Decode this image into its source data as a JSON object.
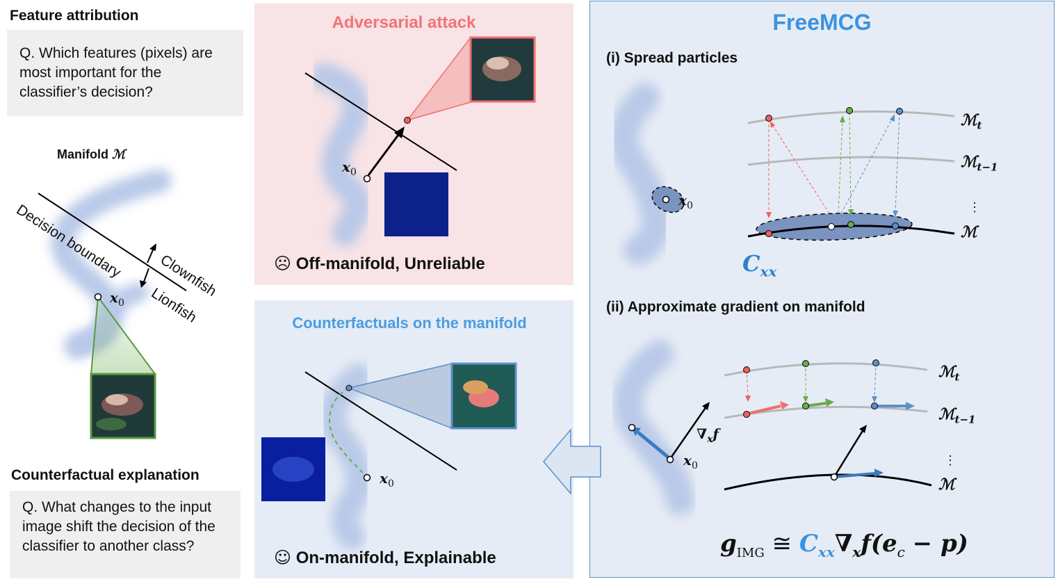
{
  "left": {
    "feature_title": "Feature attribution",
    "feature_question": "Q. Which features (pixels) are most important for the classifier’s decision?",
    "manifold_label": "Manifold",
    "manifold_symbol": "ℳ",
    "decision_boundary": "Decision boundary",
    "class_up": "Clownfish",
    "class_down": "Lionfish",
    "point_label": "x",
    "point_sub": "0",
    "counterfactual_title": "Counterfactual explanation",
    "counterfactual_question": "Q. What changes to the input image shift the decision of the classifier to another class?"
  },
  "adversarial": {
    "title": "Adversarial attack",
    "point_label": "x",
    "point_sub": "0",
    "status_icon": "☹",
    "status": "Off-manifold,  Unreliable"
  },
  "counterfactuals": {
    "title": "Counterfactuals on the manifold",
    "point_label": "x",
    "point_sub": "0",
    "status_icon": "☺",
    "status": "On-manifold, Explainable"
  },
  "freemcg": {
    "title": "FreeMCG",
    "step1": "(i) Spread particles",
    "step2": "(ii) Approximate gradient on manifold",
    "manifold_symbol": "ℳ",
    "mt_sub": "t",
    "mt1_sub": "t−1",
    "point_label": "x",
    "point_sub": "0",
    "cov_label": "C",
    "cov_sub": "xx",
    "grad_label": "∇",
    "grad_sub": "x",
    "grad_f": "f",
    "ellipsis": "⋮",
    "eq_g": "g",
    "eq_g_sub": "IMG",
    "eq_approx": "≅",
    "eq_c": "C",
    "eq_c_sub": "xx",
    "eq_nabla": "∇",
    "eq_nabla_sub": "x",
    "eq_rest": "f(e",
    "eq_ec_sub": "c",
    "eq_tail": "− p)"
  },
  "colors": {
    "adversarial_bg": "#f8e3e6",
    "adversarial_title": "#f07575",
    "counter_bg": "#e5ecf5",
    "counter_title": "#4a9de0",
    "freemcg_bg": "#e6ecf5",
    "freemcg_border": "#5b8fc9",
    "freemcg_title": "#3a93e0",
    "manifold_blue": "#b9c9e8",
    "red": "#ef5f5f",
    "green": "#6aaa4b",
    "blue": "#5b8fc9"
  }
}
